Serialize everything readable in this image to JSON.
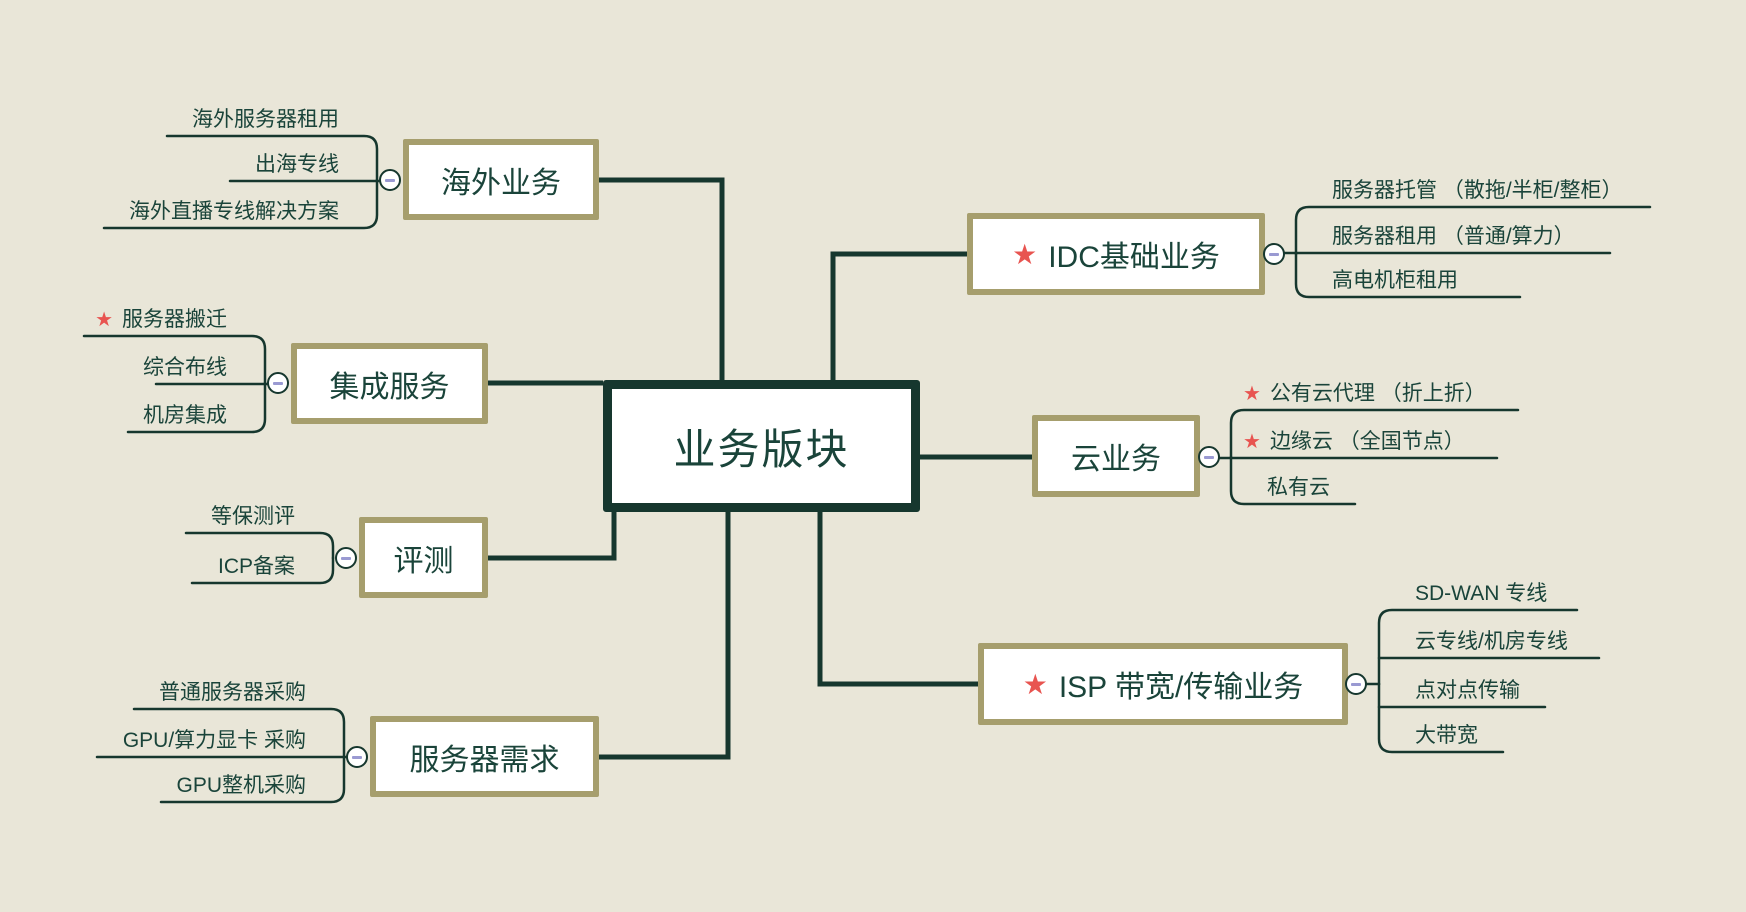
{
  "mindmap": {
    "root": {
      "label": "业务版块"
    },
    "branches": [
      {
        "id": "overseas",
        "label": "海外业务",
        "starred": false,
        "children": [
          {
            "label": "海外服务器租用",
            "starred": false
          },
          {
            "label": "出海专线",
            "starred": false
          },
          {
            "label": "海外直播专线解决方案",
            "starred": false
          }
        ]
      },
      {
        "id": "integration",
        "label": "集成服务",
        "starred": false,
        "children": [
          {
            "label": "服务器搬迁",
            "starred": true
          },
          {
            "label": "综合布线",
            "starred": false
          },
          {
            "label": "机房集成",
            "starred": false
          }
        ]
      },
      {
        "id": "evaluation",
        "label": "评测",
        "starred": false,
        "children": [
          {
            "label": "等保测评",
            "starred": false
          },
          {
            "label": "ICP备案",
            "starred": false
          }
        ]
      },
      {
        "id": "server-demand",
        "label": "服务器需求",
        "starred": false,
        "children": [
          {
            "label": "普通服务器采购",
            "starred": false
          },
          {
            "label": "GPU/算力显卡 采购",
            "starred": false
          },
          {
            "label": "GPU整机采购",
            "starred": false
          }
        ]
      },
      {
        "id": "idc",
        "label": "IDC基础业务",
        "starred": true,
        "children": [
          {
            "label": "服务器托管 （散拖/半柜/整柜）",
            "starred": false
          },
          {
            "label": "服务器租用 （普通/算力）",
            "starred": false
          },
          {
            "label": "高电机柜租用",
            "starred": false
          }
        ]
      },
      {
        "id": "cloud",
        "label": "云业务",
        "starred": false,
        "children": [
          {
            "label": "公有云代理 （折上折）",
            "starred": true
          },
          {
            "label": "边缘云 （全国节点）",
            "starred": true
          },
          {
            "label": "私有云",
            "starred": false
          }
        ]
      },
      {
        "id": "isp",
        "label": "ISP 带宽/传输业务",
        "starred": true,
        "children": [
          {
            "label": "SD-WAN 专线",
            "starred": false
          },
          {
            "label": "云专线/机房专线",
            "starred": false
          },
          {
            "label": "点对点传输",
            "starred": false
          },
          {
            "label": "大带宽",
            "starred": false
          }
        ]
      }
    ]
  },
  "icons": {
    "star": "★"
  },
  "colors": {
    "background": "#e9e6d8",
    "line": "#16372e",
    "text": "#1a443a",
    "branch_border": "#a69e6d",
    "star": "#e85450",
    "toggle_minus": "#9a9ad2"
  }
}
